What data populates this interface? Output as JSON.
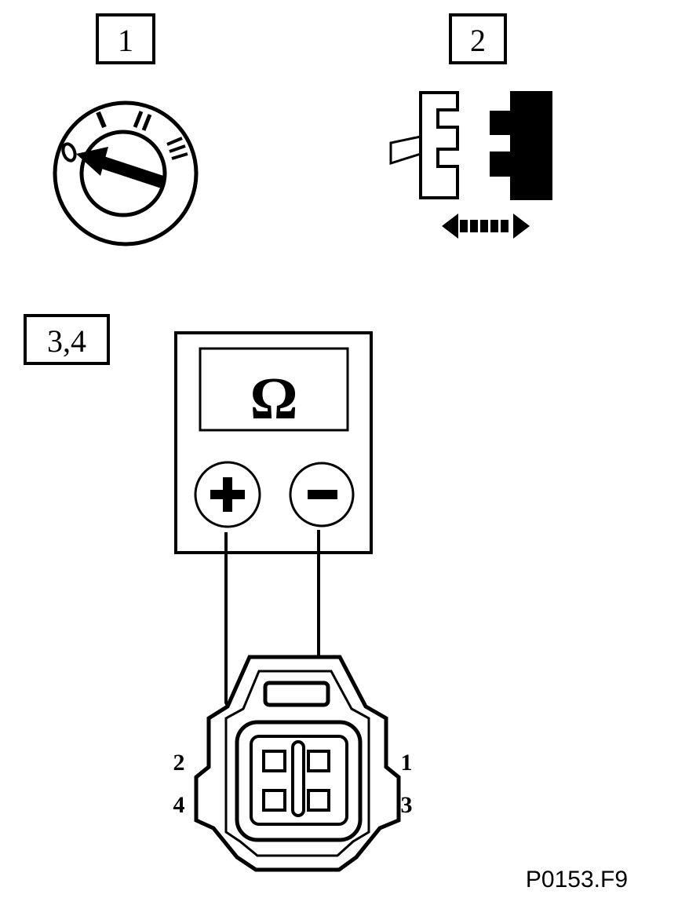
{
  "steps": {
    "step1_label": "1",
    "step2_label": "2",
    "step34_label": "3,4"
  },
  "ignition": {
    "positions": [
      "0",
      "I",
      "II",
      "III"
    ]
  },
  "meter": {
    "unit_symbol": "Ω",
    "plus_symbol": "+",
    "minus_symbol": "−"
  },
  "connector": {
    "pin_2": "2",
    "pin_1": "1",
    "pin_4": "4",
    "pin_3": "3"
  },
  "figure_code": "P0153.F9"
}
